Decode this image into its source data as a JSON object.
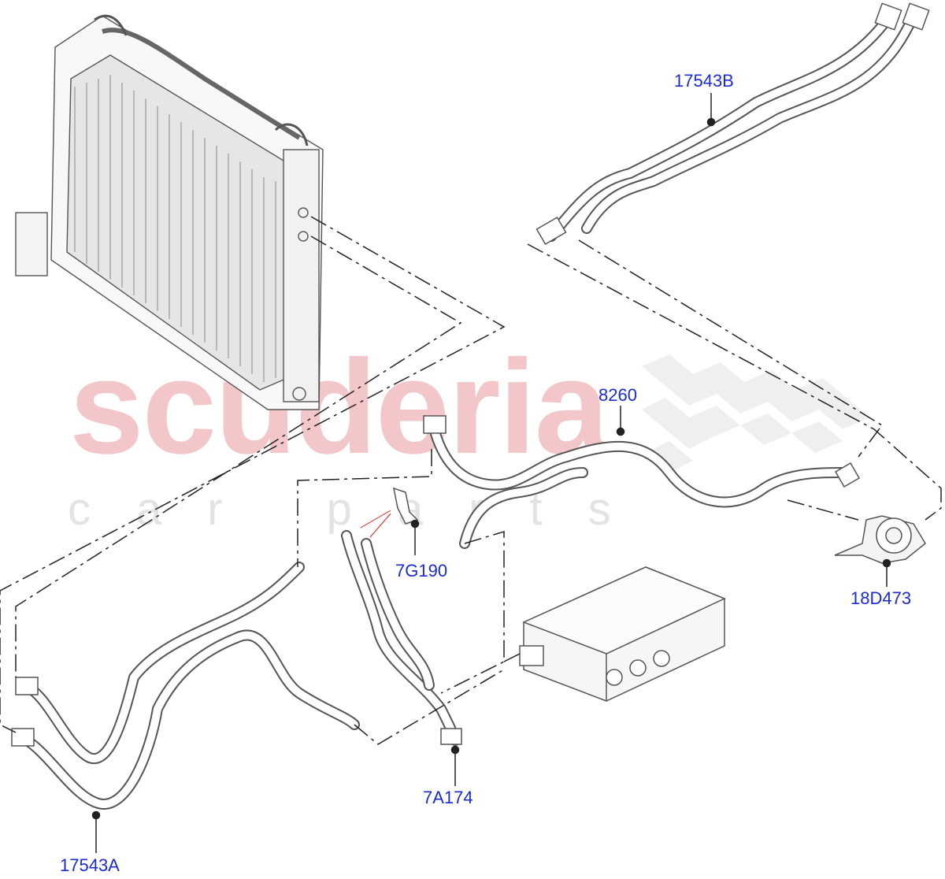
{
  "watermark": {
    "brand": "scuderia",
    "tagline": "car parts"
  },
  "callouts": [
    {
      "id": "17543B",
      "label": "17543B"
    },
    {
      "id": "8260",
      "label": "8260"
    },
    {
      "id": "7G190",
      "label": "7G190"
    },
    {
      "id": "18D473",
      "label": "18D473"
    },
    {
      "id": "7A174",
      "label": "7A174"
    },
    {
      "id": "17543A",
      "label": "17543A"
    }
  ],
  "colors": {
    "callout_text": "#1a2bd6",
    "line_art": "#555555",
    "watermark_red": "#f3c7c9",
    "watermark_grey": "#e3e3e3",
    "leader_red": "#e02020"
  }
}
